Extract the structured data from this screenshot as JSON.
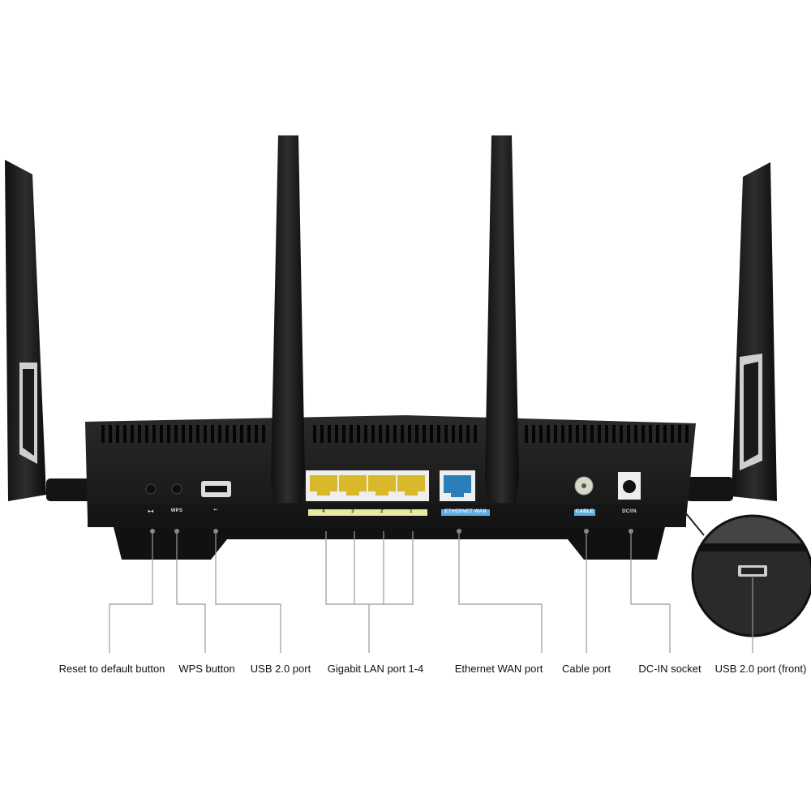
{
  "panel_labels": {
    "reset_icon": "reset-icon",
    "wps": "WPS",
    "usb_icon": "usb-icon",
    "lan_numbers": [
      "4",
      "3",
      "2",
      "1"
    ],
    "wan": "ETHERNET WAN",
    "cable": "CABLE",
    "dcin": "DC/IN"
  },
  "callouts": [
    {
      "label": "Reset to default button"
    },
    {
      "label": "WPS button"
    },
    {
      "label": "USB 2.0 port"
    },
    {
      "label": "Gigabit LAN port 1-4"
    },
    {
      "label": "Ethernet WAN port"
    },
    {
      "label": "Cable port"
    },
    {
      "label": "DC-IN socket"
    },
    {
      "label": "USB 2.0 port (front)"
    }
  ],
  "colors": {
    "lan_port": "#d9b82a",
    "wan_port": "#2a7fb8",
    "lan_strip": "#e8eaa0",
    "wan_strip": "#5aaee0",
    "body": "#1c1c1c",
    "leader_line": "#999999"
  }
}
